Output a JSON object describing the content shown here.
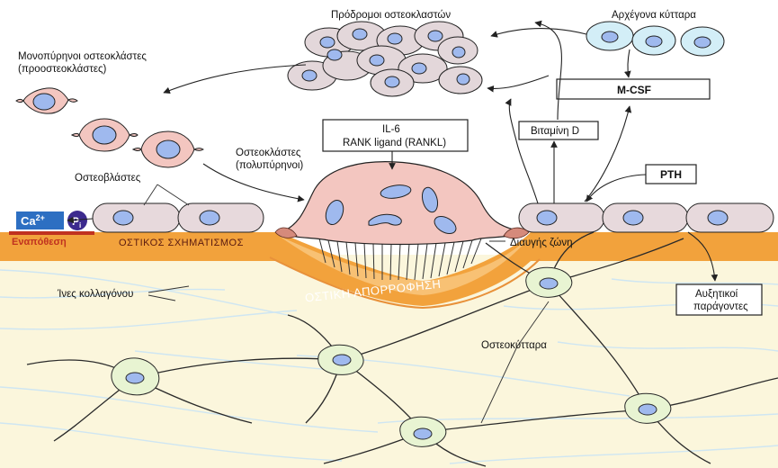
{
  "labels": {
    "osteoclast_precursors": "Πρόδρομοι οστεοκλαστών",
    "stem_cells": "Αρχέγονα κύτταρα",
    "mononuclear_osteoclasts_line1": "Μονοπύρηνοι οστεοκλάστες",
    "mononuclear_osteoclasts_line2": "(προοστεοκλάστες)",
    "mcsf": "M-CSF",
    "il6": "IL-6",
    "rankl": "RANK ligand (RANKL)",
    "vitamin_d": "Βιταμίνη D",
    "osteoclasts_line1": "Οστεοκλάστες",
    "osteoclasts_line2": "(πολυπύρηνοι)",
    "pth": "PTH",
    "osteoblasts": "Οστεοβλάστες",
    "calcium_base": "Ca",
    "calcium_sup": "2+",
    "phosphate_base": "P",
    "phosphate_sub": "i",
    "deposition": "Εναπόθεση",
    "bone_formation": "ΟΣΤΙΚΟΣ ΣΧΗΜΑΤΙΣΜΟΣ",
    "clear_zone": "Διαυγής ζώνη",
    "bone_resorption": "ΟΣΤΙΚΗ ΑΠΟΡΡΟΦΗΣΗ",
    "collagen_fibers": "Ίνες κολλαγόνου",
    "growth_factors_line1": "Αυξητικοί",
    "growth_factors_line2": "παράγοντες",
    "osteocytes": "Οστεοκύτταρα"
  },
  "colors": {
    "bone_matrix": "#fbf6dc",
    "bone_band": "#f2a23c",
    "resorption_pit": "#f5b863",
    "osteoclast": "#f3c6c0",
    "osteoblast": "#e7d9dc",
    "osteocyte": "#e8f4d2",
    "stem_cell": "#d3eef7",
    "nucleus": "#9fb9ee",
    "calcium_box": "#2d6fc2",
    "phosphate_circle": "#3c2a8e",
    "deposition_bar": "#c03220"
  }
}
